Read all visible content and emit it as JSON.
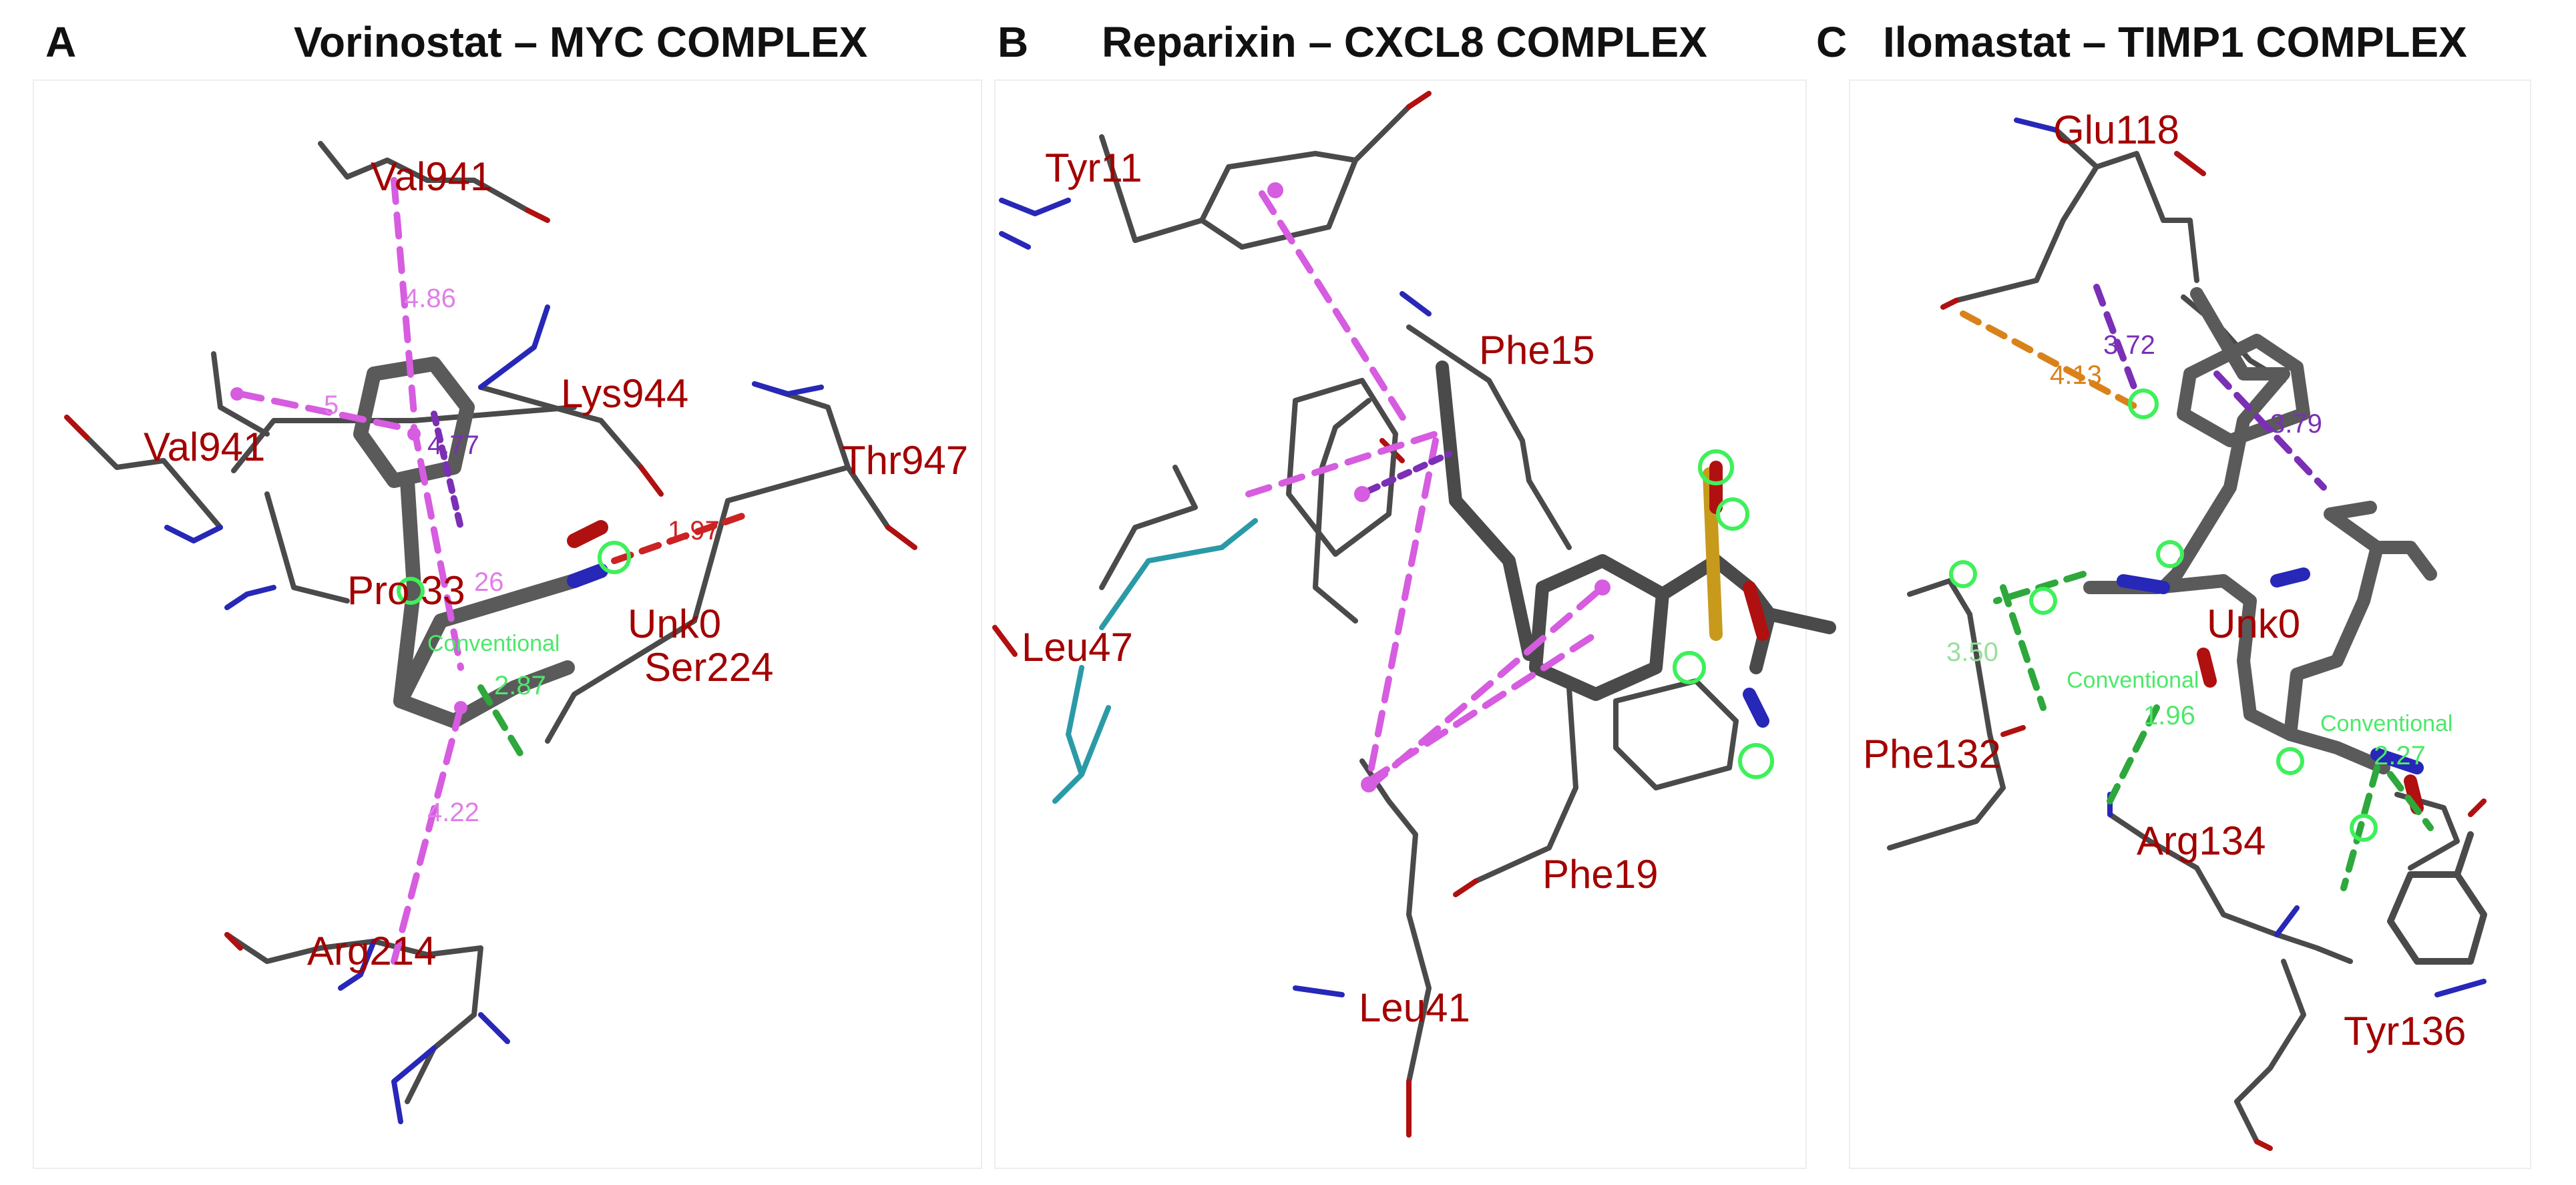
{
  "panels": [
    {
      "letter": "A",
      "title": "Vorinostat – MYC COMPLEX",
      "residues": [
        "Val941",
        "Lys944",
        "Val941",
        "Thr947",
        "Pro 33",
        "Unk0",
        "Ser224",
        "Arg214"
      ],
      "distances": [
        "4.86",
        "5",
        "4.77",
        "1.97",
        "26",
        "2.87",
        "4.22"
      ],
      "bond_labels": [
        "Conventional"
      ]
    },
    {
      "letter": "B",
      "title": "Reparixin – CXCL8 COMPLEX",
      "residues": [
        "Tyr11",
        "Phe15",
        "Leu47",
        "Phe19",
        "Leu41"
      ],
      "distances": [],
      "bond_labels": []
    },
    {
      "letter": "C",
      "title": "Ilomastat – TIMP1 COMPLEX",
      "residues": [
        "Glu118",
        "Unk0",
        "Phe132",
        "Arg134",
        "Tyr136"
      ],
      "distances": [
        "3.72",
        "4.13",
        "3.79",
        "3.50",
        "1.96",
        "2.27"
      ],
      "bond_labels": [
        "Conventional",
        "Conventional"
      ]
    }
  ],
  "colors": {
    "residue_label": "#a30000",
    "pi_alkyl": "#d65ce0",
    "pi_sigma": "#7b2fb5",
    "pi_cation": "#d9821a",
    "hbond": "#2ea83c",
    "carbon": "#5a5a5a",
    "nitrogen": "#2727b8",
    "oxygen": "#b01010",
    "sulfur": "#c89a1c",
    "teal": "#2a9aa6"
  }
}
